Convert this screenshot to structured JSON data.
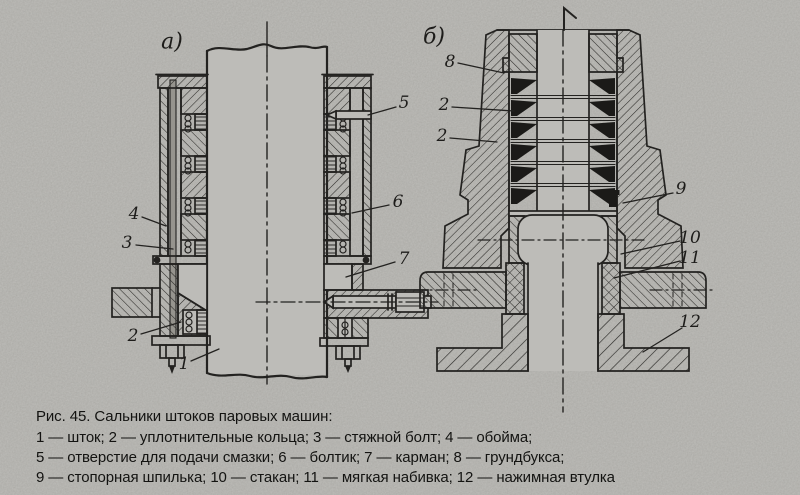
{
  "figure": {
    "fig_a": {
      "label": "а)",
      "callouts": [
        {
          "label": "5",
          "part": "отверстие для подачи смазки"
        },
        {
          "label": "4",
          "part": "обойма"
        },
        {
          "label": "3",
          "part": "стяжной болт"
        },
        {
          "label": "2",
          "part": "уплотнительные кольца"
        },
        {
          "label": "1",
          "part": "шток"
        },
        {
          "label": "6",
          "part": "болтик"
        },
        {
          "label": "7",
          "part": "карман"
        }
      ]
    },
    "fig_b": {
      "label": "б)",
      "callouts": [
        {
          "label": "8",
          "part": "грундбукса"
        },
        {
          "label": "2",
          "part": "уплотнительные кольца"
        },
        {
          "label": "2",
          "part": "уплотнительные кольца"
        },
        {
          "label": "9",
          "part": "стопорная шпилька"
        },
        {
          "label": "10",
          "part": "стакан"
        },
        {
          "label": "11",
          "part": "мягкая набивка"
        },
        {
          "label": "12",
          "part": "нажимная втулка"
        }
      ]
    }
  },
  "caption": {
    "lines": [
      "Рис. 45. Сальники штоков паровых машин:",
      "1 — шток; 2 — уплотнительные кольца; 3 — стяжной болт; 4 — обойма;",
      "5 — отверстие для подачи смазки; 6 — болтик; 7 — карман; 8 — грундбукса;",
      "9 — стопорная шпилька; 10 — стакан; 11 — мягкая набивка; 12 — нажимная втулка"
    ]
  },
  "colors": {
    "paper": "#b5b4b0",
    "ink": "#232220",
    "packing_black": "#1b1a18"
  }
}
